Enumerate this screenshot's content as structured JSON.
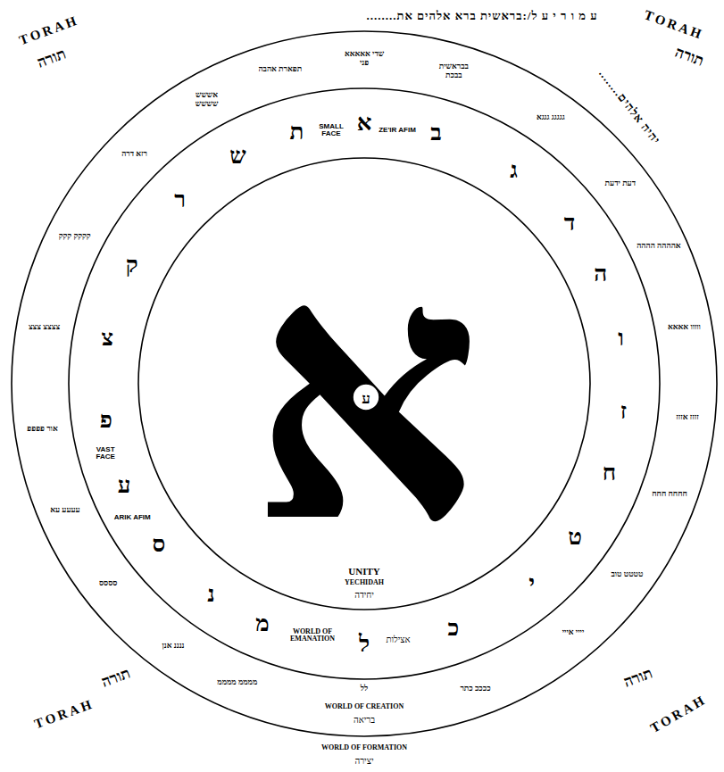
{
  "diagram": {
    "nodes": [
      {
        "text": [
          "WORLD OF CREATION",
          "בריאה"
        ]
      },
      {
        "text": [
          "WORLD OF EMANATION",
          "אצילות"
        ],
        "in": 0
      },
      {
        "text": [
          "UNITY",
          "YECHIDAH",
          "יחידה"
        ],
        "in": 1
      },
      {
        "text": [
          "ע"
        ],
        "in": 2
      }
    ],
    "labels": [
      "ע מ ו ר י ע ל/:בראשית ברא אלהים את........",
      "יהיה אלהים........",
      "TORAH",
      "תורה",
      "TORAH",
      "תורה",
      "TORAH",
      "תורה",
      "TORAH",
      "תורה",
      "א",
      "ב",
      "ג",
      "ד",
      "ה",
      "ו",
      "ז",
      "ח",
      "ט",
      "י",
      "כ",
      "ל",
      "מ",
      "נ",
      "ס",
      "ע",
      "פ",
      "צ",
      "ק",
      "ר",
      "ש",
      "ת",
      "SMALL FACE",
      "ZE'IR AFIM",
      "VAST FACE",
      "ARIK AFIM",
      "א",
      "שדי אאאאא פני",
      "בבראשית בבכת",
      "גגגגג גגגא",
      "דעת ידעת",
      "אהההה הההה",
      "ווווו אאאא",
      "זזזז אזזז",
      "חחחח חחח",
      "טטטט טוב",
      "יייי אייי",
      "ככככ כתר",
      "לל",
      "ממממ ממממ",
      "ננננ אנן",
      "סססס",
      "עעעע עא",
      "אור פפפפ",
      "צצצצ צצצ",
      "קקקק קקק",
      "רזא דרה",
      "אששש שששש",
      "תפארת אהבה",
      "WORLD OF FORMATION",
      "יצירה"
    ]
  }
}
